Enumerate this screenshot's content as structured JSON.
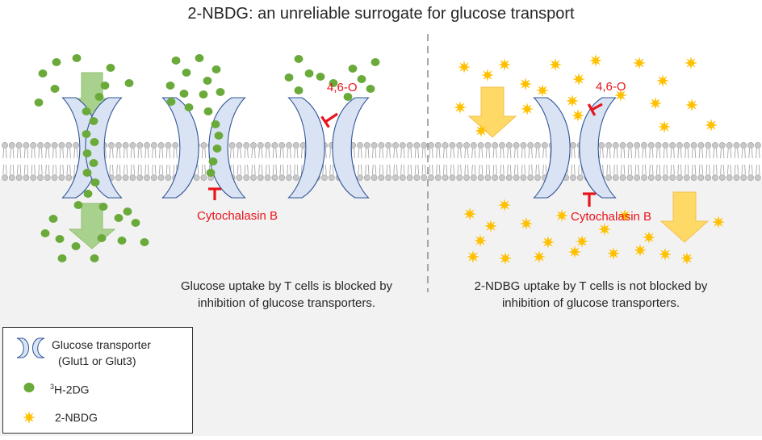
{
  "title": "2-NBDG: an unreliable surrogate for glucose transport",
  "left_panel": {
    "caption_line1": "Glucose uptake by T cells is blocked by",
    "caption_line2": "inhibition of glucose transporters.",
    "inhibitor_cytochalasin": "Cytochalasin B",
    "inhibitor_46o": "4,6-O"
  },
  "right_panel": {
    "caption_line1": "2-NDBG uptake by T cells is not blocked by",
    "caption_line2": "inhibition of glucose transporters.",
    "inhibitor_cytochalasin": "Cytochalasin B",
    "inhibitor_46o": "4,6-O"
  },
  "legend": {
    "transporter_line1": "Glucose transporter",
    "transporter_line2": "(Glut1 or Glut3)",
    "dg_superscript": "3",
    "dg_label": "H-2DG",
    "nbdg_label": "2-NBDG"
  },
  "colors": {
    "green_molecule": "#6aaa3a",
    "yellow_star": "#ffc000",
    "transporter_fill": "#dae3f3",
    "transporter_stroke": "#2f5597",
    "green_arrow": "#a9d18e",
    "yellow_arrow": "#ffd966",
    "inhibitor_red": "#e8141c",
    "cell_interior": "#f2f2f2"
  }
}
